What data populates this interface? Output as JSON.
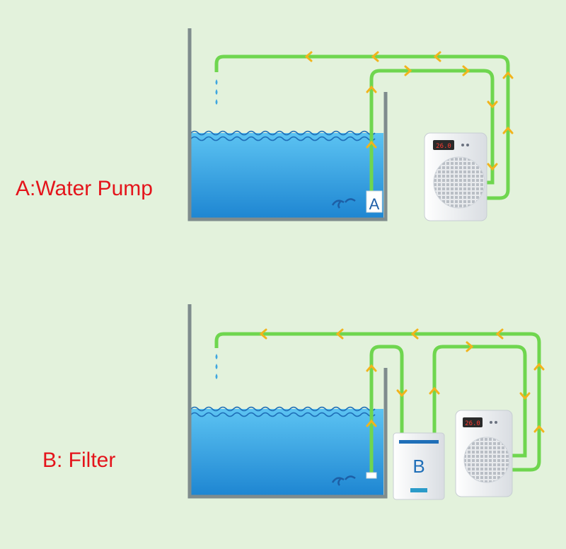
{
  "labels": {
    "pump": "A:Water Pump",
    "filter": "B: Filter"
  },
  "units": {
    "pump_letter": "A",
    "filter_letter": "B"
  },
  "colors": {
    "background": "#e3f2dc",
    "pipe": "#6fd64f",
    "arrow": "#f2b41c",
    "water": "#3fa6e0",
    "label": "#e4141b",
    "tank_wall": "#7f8c8d"
  },
  "icons": [
    "water-drop-icon",
    "flow-arrow-icon",
    "chiller-unit",
    "filter-box"
  ]
}
